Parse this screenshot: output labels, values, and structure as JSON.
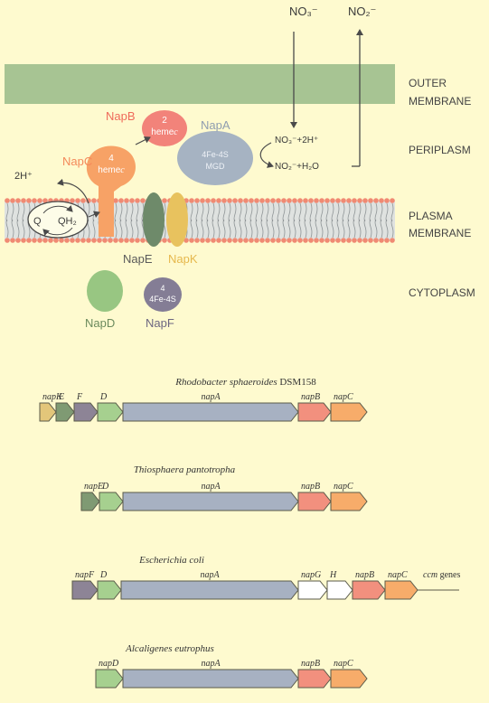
{
  "colors": {
    "background": "#fefacf",
    "outer_membrane": "#a7c493",
    "nap_b": "#f2837a",
    "nap_a": "#a6b3c2",
    "nap_c": "#f7a266",
    "nap_e": "#6e8a6a",
    "nap_k": "#e8c25e",
    "nap_d": "#98c682",
    "nap_f": "#847d95",
    "membrane_head": "#f08a73",
    "gene_napA": "#a7b1c2",
    "gene_napB": "#f2907e",
    "gene_napC": "#f7ac6a",
    "gene_D": "#a6d08f",
    "gene_E": "#7f9a73",
    "gene_F": "#8d8496",
    "gene_K": "#e3c67a",
    "gene_white": "#ffffff"
  },
  "pathway": {
    "no3_top": "NO₃⁻",
    "no2_top": "NO₂⁻",
    "no3_reaction": "NO₃⁻+2H⁺",
    "no2_reaction": "NO₂⁻+H₂O",
    "protons": "2H⁺"
  },
  "compartments": {
    "outer_1": "OUTER",
    "outer_2": "MEMBRANE",
    "periplasm": "PERIPLASM",
    "plasma_1": "PLASMA",
    "plasma_2": "MEMBRANE",
    "cytoplasm": "CYTOPLASM"
  },
  "proteins": {
    "napB": {
      "name": "NapB",
      "line1": "2",
      "line2": "heme",
      "line2_italic": "c"
    },
    "napA": {
      "name": "NapA",
      "line1": "4Fe-4S",
      "line2": "MGD"
    },
    "napC": {
      "name": "NapC",
      "line1": "4",
      "line2": "heme",
      "line2_italic": "c"
    },
    "napE": {
      "name": "NapE"
    },
    "napK": {
      "name": "NapK"
    },
    "napD": {
      "name": "NapD"
    },
    "napF": {
      "name": "NapF",
      "line1": "4",
      "line2": "4Fe-4S"
    },
    "quinone": {
      "q": "Q",
      "qh2": "QH₂"
    }
  },
  "operons": [
    {
      "organism": "Rhodobacter sphaeroides",
      "strain": " DSM158",
      "genes": [
        {
          "label": "napK",
          "type": "K"
        },
        {
          "label": "E",
          "type": "E"
        },
        {
          "label": "F",
          "type": "F"
        },
        {
          "label": "D",
          "type": "D"
        },
        {
          "label": "napA",
          "type": "napA"
        },
        {
          "label": "napB",
          "type": "napB"
        },
        {
          "label": "napC",
          "type": "napC"
        }
      ]
    },
    {
      "organism": "Thiosphaera pantotropha",
      "strain": "",
      "genes": [
        {
          "label": "napE",
          "type": "E"
        },
        {
          "label": "D",
          "type": "D"
        },
        {
          "label": "napA",
          "type": "napA"
        },
        {
          "label": "napB",
          "type": "napB"
        },
        {
          "label": "napC",
          "type": "napC"
        }
      ]
    },
    {
      "organism": "Escherichia coli",
      "strain": "",
      "genes": [
        {
          "label": "napF",
          "type": "F"
        },
        {
          "label": "D",
          "type": "D"
        },
        {
          "label": "napA",
          "type": "napA"
        },
        {
          "label": "napG",
          "type": "white"
        },
        {
          "label": "H",
          "type": "white"
        },
        {
          "label": "napB",
          "type": "napB"
        },
        {
          "label": "napC",
          "type": "napC"
        }
      ],
      "trailer": {
        "italic": "ccm",
        "plain": " genes"
      }
    },
    {
      "organism": "Alcaligenes eutrophus",
      "strain": "",
      "genes": [
        {
          "label": "napD",
          "type": "D"
        },
        {
          "label": "napA",
          "type": "napA"
        },
        {
          "label": "napB",
          "type": "napB"
        },
        {
          "label": "napC",
          "type": "napC"
        }
      ]
    }
  ]
}
